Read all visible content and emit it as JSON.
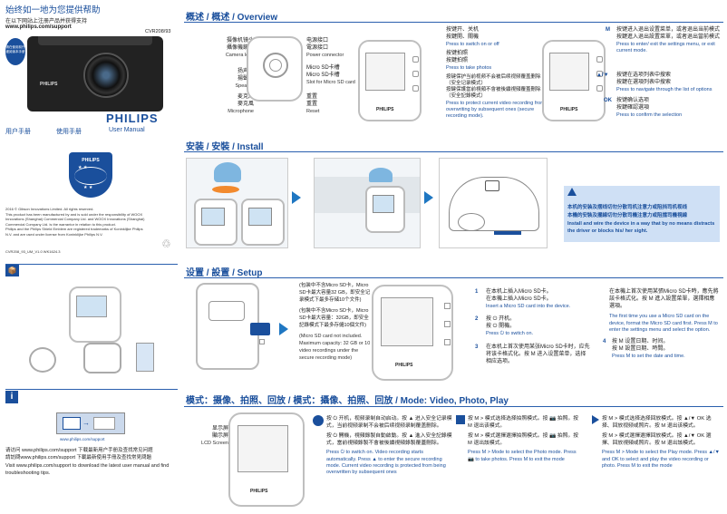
{
  "cover": {
    "slogan_cn": "始终如一地为您提供帮助",
    "register_cn": "在以下网站上注册产品并获得支持",
    "url": "www.philips.com/support",
    "model": "CVR208/93",
    "manual_cn1": "用户手册",
    "manual_cn2": "使用手册",
    "manual_en": "User Manual",
    "brand": "PHILIPS",
    "badge_cn": "请在使用前仔细阅读本手册",
    "legal": [
      "2016 © Gibson Innovations Limited. All rights reserved.",
      "This product has been manufactured by and is sold under the responsibility of WOOX",
      "Innovations (Shanghai) Commercial Company Ltd. and WOOX Innovations (Shanghai)",
      "Commercial Company Ltd. is the warrantor in relation to this product.",
      "Philips and the Philips Shield Emblem are registered trademarks of Koninklijke Philips",
      "N.V. and are used under license from Koninklijke Philips N.V."
    ],
    "code": "CVR208_93_UM_V1.0  WK1624.3",
    "support_url": "www.philips.com/support",
    "support_cn1": "请访问 www.philips.com/support 下载最新用户手册及查找常见问题",
    "support_cn2": "請訪問www.philips.com/support 下載最新使用手冊及查找常見問題",
    "support_en": "Visit www.philips.com/support to download the latest user manual and find troubleshooting tips."
  },
  "overview": {
    "title": "概述 / 概述 / Overview",
    "left_labels": [
      {
        "cn": "摄像机镜头\n攝像機鏡頭",
        "en": "Camera lens"
      },
      {
        "cn": "扬声器\n揚聲器",
        "en": "Speaker"
      },
      {
        "cn": "麦克风\n麥克風",
        "en": "Microphone"
      }
    ],
    "right_labels": [
      {
        "cn": "电源接口\n電源接口",
        "en": "Power connector"
      },
      {
        "cn": "Micro SD卡槽\nMicro SD卡槽",
        "en": "Slot for Micro SD card"
      },
      {
        "cn": "重置\n重置",
        "en": "Reset"
      }
    ],
    "buttons": [
      {
        "cn": "按键开、关机\n按鍵開、關機",
        "en": "Press to switch on or off"
      },
      {
        "cn": "按键拍照\n按鍵拍照",
        "en": "Press to take photos"
      },
      {
        "cn": "按键保护当前视频不会被后续视频覆盖删除（安全记录模式）\n按鍵保護當前視頻不會被後續視頻覆蓋刪除（安全記錄模式）",
        "en": "Press to protect current video recording from overwriting by subsequent ones (secure recording mode)."
      }
    ],
    "menu_buttons": [
      {
        "key": "M",
        "cn": "按键进入退出设置菜单，或者退出当前模式\n按鍵進入退出設置菜單，或者退出當前模式",
        "en": "Press to enter/ exit the settings menu, or exit current mode."
      },
      {
        "key": "▲/▼",
        "cn": "按键在选项列表中搜索\n按鍵在選項列表中搜索",
        "en": "Press to navigate through the list of options"
      },
      {
        "key": "OK",
        "cn": "按键确认选项\n按鍵確認選項",
        "en": "Press to confirm the selection"
      }
    ]
  },
  "install": {
    "title": "安装 / 安裝 / Install",
    "warn_cn1": "本机的安装及摆线切勿分散司机注意力或阻挡司机视线",
    "warn_cn2": "本機的安裝及擺線切勿分散司機注意力或阻擋司機視線",
    "warn_en": "Install and wire the device in a way that by no means distracts the driver or blocks his/ her sight."
  },
  "setup": {
    "title": "设置 / 設置 / Setup",
    "sd_note_cn1": "(包装中不含Micro SD卡，Micro SD卡最大容量32 GB，即安全记录模式下最多存储10个文件)",
    "sd_note_cn2": "(包裝中不含Micro SD卡，Micro SD卡最大容量：32GB，即安全記錄模式下最多存儲10個文件)",
    "sd_note_en": "(Micro SD card not included. Maximum capacity: 32 GB or 10 video recordings under the secure recording mode)",
    "steps": [
      {
        "num": "1",
        "cn": "在本机上插入Micro SD卡。\n在本機上插入Micro SD卡。",
        "en": "Insert a Micro SD card into the device."
      },
      {
        "num": "2",
        "cn": "按 ⏻ 开机。\n按 ⏻ 開機。",
        "en": "Press ⏻ to switch on."
      },
      {
        "num": "3",
        "cn": "在本机上首次使用某张Micro SD卡时，应先将该卡格式化。按 M 进入设置菜单，选择相应选项。",
        "en": ""
      }
    ],
    "step3_cont_cn": "在本機上首次使用某張Micro SD卡時，應先將該卡格式化。按 M 進入設置菜單，選擇相應選項。",
    "step3_cont_en": "The first time you use a Micro SD card on the device, format the Micro SD card first. Press M to enter the settings menu and select the option.",
    "step4": {
      "num": "4",
      "cn": "按 M 设置日期、时间。\n按 M 設置日期、時間。",
      "en": "Press M to set the date and time."
    }
  },
  "modes": {
    "title": "模式：摄像、拍照、回放 / 模式：攝像、拍照、回放 / Mode: Video, Photo, Play",
    "screen_cn": "显示屏\n顯示屏",
    "screen_en": "LCD Screen",
    "video_cn": "按 ⏻ 开机，视频录制自动启动。按 ▲ 进入安全记录模式，当前视频录制不会被后续视频录制覆盖删除。",
    "video_cn2": "按 ⏻ 開機，視頻錄製自動啟動。按 ▲ 進入安全記錄模式，當前視頻錄製不會被後續視頻錄製覆蓋刪除。",
    "video_en": "Press ⏻ to switch on. Video recording starts automatically. Press ▲ to enter the secure recording mode. Current video recording is protected from being overwritten by subsequent ones",
    "photo_cn": "按 M > 模式选择选择拍照模式。按 📷 拍照。按 M 退出该模式。",
    "photo_cn2": "按 M > 模式選擇選擇拍照模式。按 📷 拍照。按 M 退出該模式。",
    "photo_en": "Press M > Mode to select the Photo mode. Press 📷 to take photos. Press M to exit the mode",
    "play_cn": "按 M > 模式选择选择回放模式。按 ▲/▼ OK 选择、回放视频或照片。按 M 退出该模式。",
    "play_cn2": "按 M > 模式選擇選擇回放模式。按 ▲/▼ OK 選擇、回放視頻或照片。按 M 退出該模式。",
    "play_en": "Press M > Mode to select the Play mode. Press ▲/▼ and OK to select and play the video recording or photo. Press M to exit the mode"
  }
}
